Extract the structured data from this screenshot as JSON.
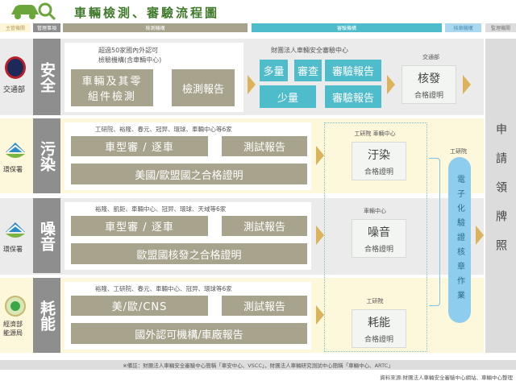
{
  "title": "車輛檢測、審驗流程圖",
  "headers": {
    "authority": "主管機關",
    "item": "管理事項",
    "testing": "檢測機構",
    "approval": "審驗機構",
    "stamp": "核章機構",
    "supervision": "監理機關"
  },
  "safety": {
    "authority": "交通部",
    "item": "安全",
    "labs": "超過50家國內外認可\n檢驗機構(含車輛中心)",
    "test": "車輛及其零\n組件檢測",
    "report": "檢測報告",
    "center": "財團法人車輛安全審驗中心",
    "many": "多量",
    "review": "審查",
    "approval_report": "審驗報告",
    "few": "少量",
    "approval_report2": "審驗報告",
    "issuer": "交通部",
    "issue": "核發",
    "cert": "合格證明"
  },
  "pollution": {
    "authority": "環保署",
    "item": "污染",
    "labs": "工研院、裕隆、春元、冠羿、環球、車輛中心等6家",
    "test": "車型審 / 逐車",
    "report": "測試報告",
    "alt": "美國/歐盟國之合格證明",
    "issuer": "工研院 車輛中心",
    "cert_title": "汙染",
    "cert": "合格證明"
  },
  "noise": {
    "authority": "環保署",
    "item": "噪音",
    "labs": "裕隆、凱鉅、車輛中心、冠羿、環球、天域等6家",
    "test": "車型審 / 逐車",
    "report": "測試報告",
    "alt": "歐盟國核發之合格證明",
    "issuer": "車輛中心",
    "cert_title": "噪音",
    "cert": "合格證明"
  },
  "energy": {
    "authority": "經濟部\n能源局",
    "item": "耗能",
    "labs": "裕隆、工研院、春元、車輛中心、冠羿、環球等6家",
    "test": "美/歐/CNS",
    "report": "測試報告",
    "alt": "國外認可機構/車廠報告",
    "issuer": "工研院",
    "cert_title": "耗能",
    "cert": "合格證明"
  },
  "stamp": {
    "org": "工研院",
    "label": "電子化驗證核章作業"
  },
  "supervision": {
    "label": "申請領牌照"
  },
  "note": "※備註：財團法人車輛安全審驗中心簡稱「車安中心、VSCC」，財團法人車輛研究測試中心簡稱「車輛中心、ARTC」",
  "source": "資料來源:財團法人車輛安全審驗中心網站、車輛中心整理"
}
